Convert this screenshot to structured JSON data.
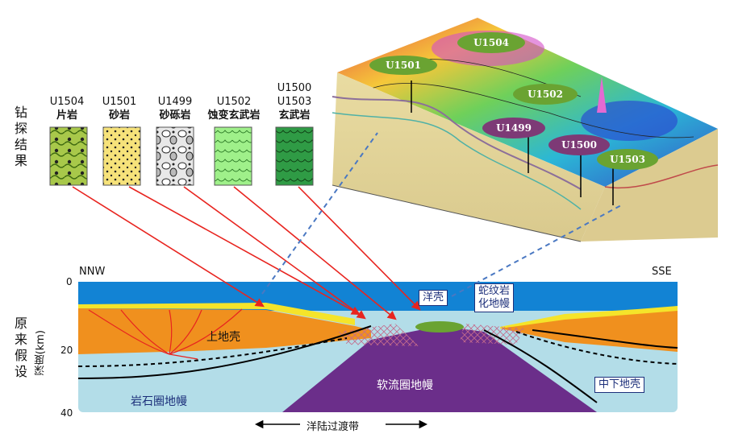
{
  "side_labels": {
    "top": "钻探结果",
    "bottom": "原来假设"
  },
  "rocks": [
    {
      "ids": [
        "U1504"
      ],
      "name": "片岩"
    },
    {
      "ids": [
        "U1501"
      ],
      "name": "砂岩"
    },
    {
      "ids": [
        "U1499"
      ],
      "name": "砂砾岩"
    },
    {
      "ids": [
        "U1502"
      ],
      "name": "蚀变玄武岩"
    },
    {
      "ids": [
        "U1500",
        "U1503"
      ],
      "name": "玄武岩"
    }
  ],
  "section": {
    "left_dir": "NNW",
    "right_dir": "SSE",
    "depth_axis_label": "深度(km)",
    "depth_ticks": [
      "0",
      "20",
      "40"
    ],
    "labels": {
      "upper_crust": "上地壳",
      "asthenosphere": "软流圈地幔",
      "lithosphere": "岩石圈地幔",
      "ocean_crust": "洋壳",
      "serpentinized": "蛇纹岩\n化地幔",
      "lower_crust": "中下地壳"
    },
    "transition_zone": "洋陆过渡带"
  },
  "block_sites": [
    "U1504",
    "U1501",
    "U1502",
    "U1499",
    "U1500",
    "U1503"
  ],
  "colors": {
    "ocean": "#1283d4",
    "crust": "#f0901e",
    "sediment": "#f5e42a",
    "asthenosphere": "#6b2e8a",
    "lithosphere": "#b3dde8",
    "arrow": "#e8241f",
    "dashed": "#4a78c2",
    "green_ellipse": "#6aa332",
    "purple_ellipse": "#7d3a76"
  }
}
